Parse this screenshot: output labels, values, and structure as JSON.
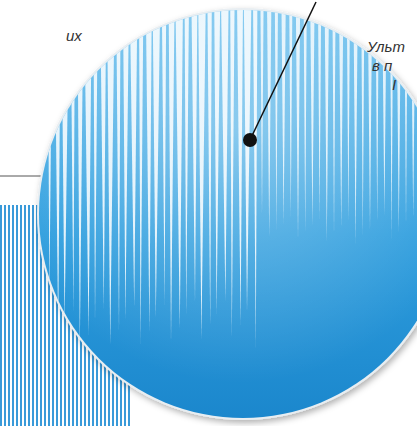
{
  "diagram": {
    "labels": [
      "их",
      "Ульт",
      "в п",
      "I"
    ]
  }
}
